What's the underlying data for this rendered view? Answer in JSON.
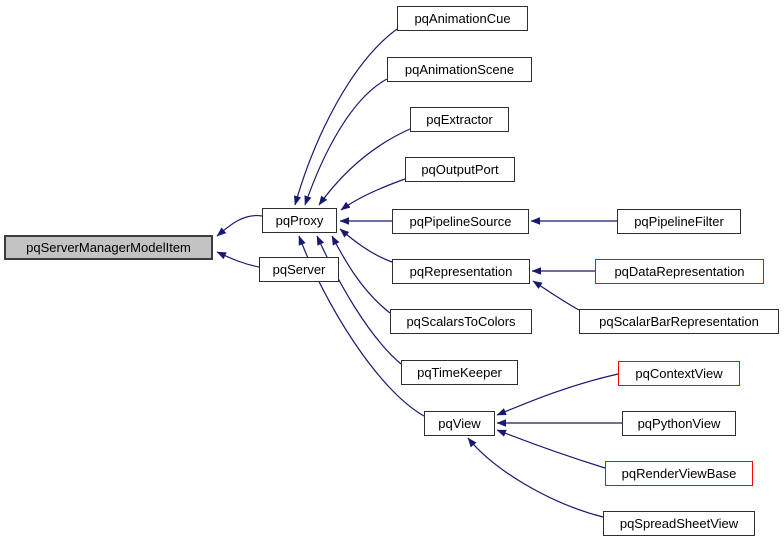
{
  "diagram": {
    "type": "class-inheritance-graph",
    "colors": {
      "edge": "#191970",
      "current_node_fill": "#c3c3c3",
      "truncated_node_border": "#ff0000",
      "node_fill": "#ffffff",
      "node_border": "#2e2e2e",
      "text": "#000000"
    },
    "nodes": {
      "serverManagerModelItem": {
        "label": "pqServerManagerModelItem",
        "variant": "current"
      },
      "proxy": {
        "label": "pqProxy",
        "variant": "default"
      },
      "server": {
        "label": "pqServer",
        "variant": "default"
      },
      "animationCue": {
        "label": "pqAnimationCue",
        "variant": "default"
      },
      "animationScene": {
        "label": "pqAnimationScene",
        "variant": "default"
      },
      "extractor": {
        "label": "pqExtractor",
        "variant": "default"
      },
      "outputPort": {
        "label": "pqOutputPort",
        "variant": "default"
      },
      "pipelineSource": {
        "label": "pqPipelineSource",
        "variant": "default"
      },
      "pipelineFilter": {
        "label": "pqPipelineFilter",
        "variant": "default"
      },
      "representation": {
        "label": "pqRepresentation",
        "variant": "default"
      },
      "dataRepresentation": {
        "label": "pqDataRepresentation",
        "variant": "truncated"
      },
      "scalarBarRepresentation": {
        "label": "pqScalarBarRepresentation",
        "variant": "default"
      },
      "scalarsToColors": {
        "label": "pqScalarsToColors",
        "variant": "default"
      },
      "timeKeeper": {
        "label": "pqTimeKeeper",
        "variant": "default"
      },
      "view": {
        "label": "pqView",
        "variant": "default"
      },
      "contextView": {
        "label": "pqContextView",
        "variant": "truncated"
      },
      "pythonView": {
        "label": "pqPythonView",
        "variant": "default"
      },
      "renderViewBase": {
        "label": "pqRenderViewBase",
        "variant": "truncated"
      },
      "spreadSheetView": {
        "label": "pqSpreadSheetView",
        "variant": "default"
      }
    },
    "edges": [
      {
        "from": "proxy",
        "to": "serverManagerModelItem"
      },
      {
        "from": "server",
        "to": "serverManagerModelItem"
      },
      {
        "from": "animationCue",
        "to": "proxy"
      },
      {
        "from": "animationScene",
        "to": "proxy"
      },
      {
        "from": "extractor",
        "to": "proxy"
      },
      {
        "from": "outputPort",
        "to": "proxy"
      },
      {
        "from": "pipelineSource",
        "to": "proxy"
      },
      {
        "from": "representation",
        "to": "proxy"
      },
      {
        "from": "scalarsToColors",
        "to": "proxy"
      },
      {
        "from": "timeKeeper",
        "to": "proxy"
      },
      {
        "from": "view",
        "to": "proxy"
      },
      {
        "from": "pipelineFilter",
        "to": "pipelineSource"
      },
      {
        "from": "dataRepresentation",
        "to": "representation"
      },
      {
        "from": "scalarBarRepresentation",
        "to": "representation"
      },
      {
        "from": "contextView",
        "to": "view"
      },
      {
        "from": "pythonView",
        "to": "view"
      },
      {
        "from": "renderViewBase",
        "to": "view"
      },
      {
        "from": "spreadSheetView",
        "to": "view"
      }
    ]
  }
}
